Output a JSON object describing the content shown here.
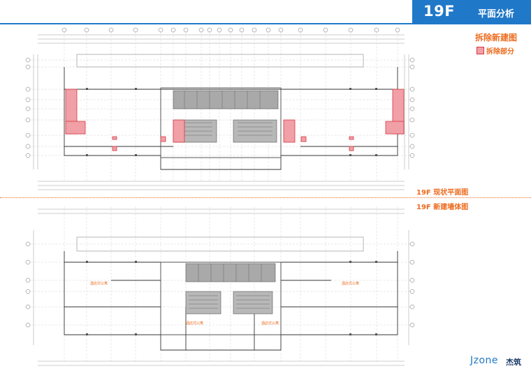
{
  "header": {
    "floor": "19F",
    "section_title": "平面分析"
  },
  "legend": {
    "title": "拆除新建图",
    "item_label": "拆除部分",
    "item_color": "#f0a0a6",
    "item_border": "#d83842"
  },
  "captions": {
    "existing_plan": "19F  现状平面图",
    "new_plan": "19F  新建墙体图"
  },
  "rooms": {
    "left": "酒店式公寓",
    "right": "酒店式公寓",
    "center_left": "酒店式公寓",
    "center_right": "酒店式公寓"
  },
  "brand": {
    "latin": "Jzone",
    "cn": "杰筑"
  },
  "colors": {
    "accent_blue": "#1f78c8",
    "accent_orange": "#ec6c1f",
    "demolition_fill": "#f0a0a6",
    "core_gray": "#a9a9a9"
  }
}
